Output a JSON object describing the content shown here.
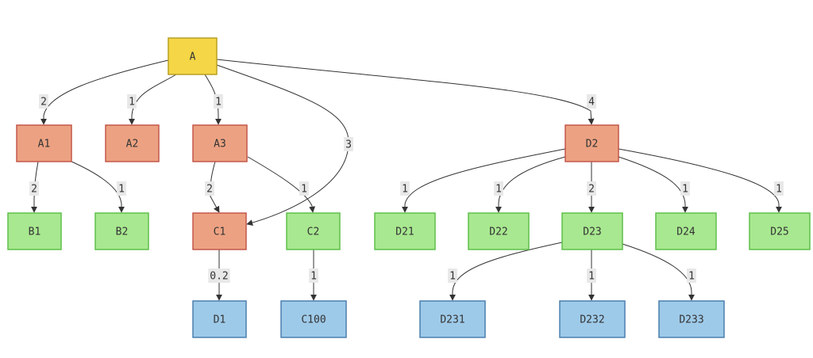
{
  "colors": {
    "yellow_fill": "#f4d646",
    "yellow_stroke": "#b8a124",
    "orange_fill": "#eca282",
    "orange_stroke": "#c4574a",
    "green_fill": "#a8e890",
    "green_stroke": "#5fbf4a",
    "blue_fill": "#9ecae9",
    "blue_stroke": "#4a7fae",
    "edge": "#333333",
    "edge_label_bg": "#e8e8e8"
  },
  "nodes": [
    {
      "id": "A",
      "label": "A",
      "color": "yellow"
    },
    {
      "id": "A1",
      "label": "A1",
      "color": "orange"
    },
    {
      "id": "A2",
      "label": "A2",
      "color": "orange"
    },
    {
      "id": "A3",
      "label": "A3",
      "color": "orange"
    },
    {
      "id": "D2",
      "label": "D2",
      "color": "orange"
    },
    {
      "id": "B1",
      "label": "B1",
      "color": "green"
    },
    {
      "id": "B2",
      "label": "B2",
      "color": "green"
    },
    {
      "id": "C1",
      "label": "C1",
      "color": "orange"
    },
    {
      "id": "C2",
      "label": "C2",
      "color": "green"
    },
    {
      "id": "D21",
      "label": "D21",
      "color": "green"
    },
    {
      "id": "D22",
      "label": "D22",
      "color": "green"
    },
    {
      "id": "D23",
      "label": "D23",
      "color": "green"
    },
    {
      "id": "D24",
      "label": "D24",
      "color": "green"
    },
    {
      "id": "D25",
      "label": "D25",
      "color": "green"
    },
    {
      "id": "D1",
      "label": "D1",
      "color": "blue"
    },
    {
      "id": "C100",
      "label": "C100",
      "color": "blue"
    },
    {
      "id": "D231",
      "label": "D231",
      "color": "blue"
    },
    {
      "id": "D232",
      "label": "D232",
      "color": "blue"
    },
    {
      "id": "D233",
      "label": "D233",
      "color": "blue"
    }
  ],
  "edges": [
    {
      "id": "A-A1",
      "from": "A",
      "to": "A1",
      "label": "2"
    },
    {
      "id": "A-A2",
      "from": "A",
      "to": "A2",
      "label": "1"
    },
    {
      "id": "A-A3",
      "from": "A",
      "to": "A3",
      "label": "1"
    },
    {
      "id": "A-C1",
      "from": "A",
      "to": "C1",
      "label": "3"
    },
    {
      "id": "A-D2",
      "from": "A",
      "to": "D2",
      "label": "4"
    },
    {
      "id": "A1-B1",
      "from": "A1",
      "to": "B1",
      "label": "2"
    },
    {
      "id": "A1-B2",
      "from": "A1",
      "to": "B2",
      "label": "1"
    },
    {
      "id": "A3-C1",
      "from": "A3",
      "to": "C1",
      "label": "2"
    },
    {
      "id": "A3-C2",
      "from": "A3",
      "to": "C2",
      "label": "1"
    },
    {
      "id": "C1-D1",
      "from": "C1",
      "to": "D1",
      "label": "0.2"
    },
    {
      "id": "C2-C100",
      "from": "C2",
      "to": "C100",
      "label": "1"
    },
    {
      "id": "D2-D21",
      "from": "D2",
      "to": "D21",
      "label": "1"
    },
    {
      "id": "D2-D22",
      "from": "D2",
      "to": "D22",
      "label": "1"
    },
    {
      "id": "D2-D23",
      "from": "D2",
      "to": "D23",
      "label": "2"
    },
    {
      "id": "D2-D24",
      "from": "D2",
      "to": "D24",
      "label": "1"
    },
    {
      "id": "D2-D25",
      "from": "D2",
      "to": "D25",
      "label": "1"
    },
    {
      "id": "D23-D231",
      "from": "D23",
      "to": "D231",
      "label": "1"
    },
    {
      "id": "D23-D232",
      "from": "D23",
      "to": "D232",
      "label": "1"
    },
    {
      "id": "D23-D233",
      "from": "D23",
      "to": "D233",
      "label": "1"
    }
  ]
}
